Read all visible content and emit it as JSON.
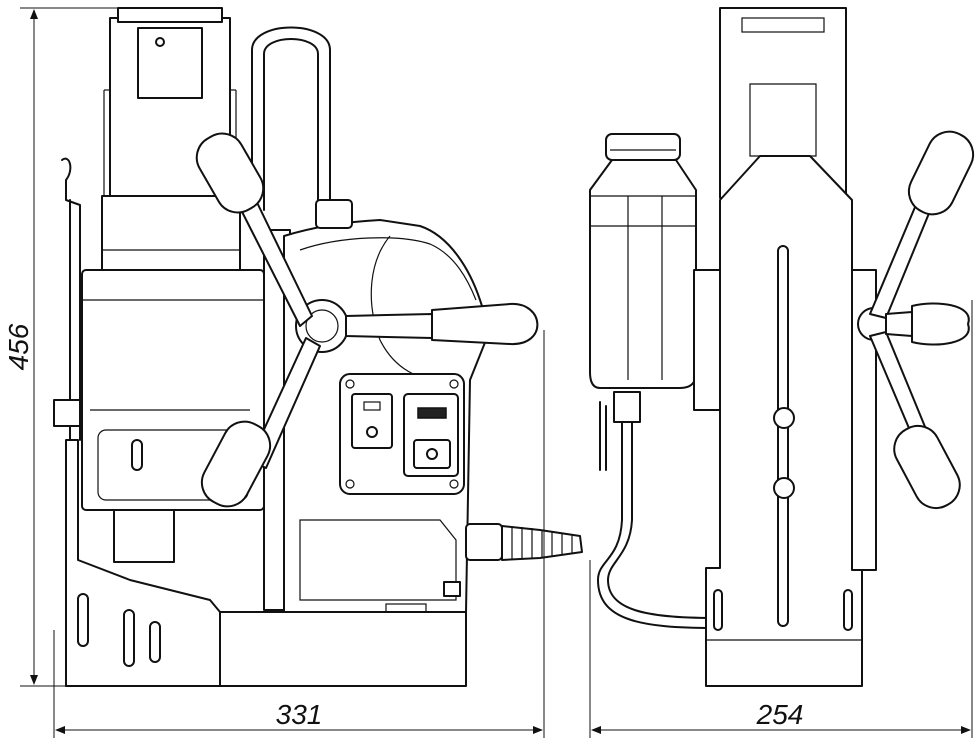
{
  "dimensions": {
    "height_label": "456",
    "width_front_label": "331",
    "width_side_label": "254"
  }
}
